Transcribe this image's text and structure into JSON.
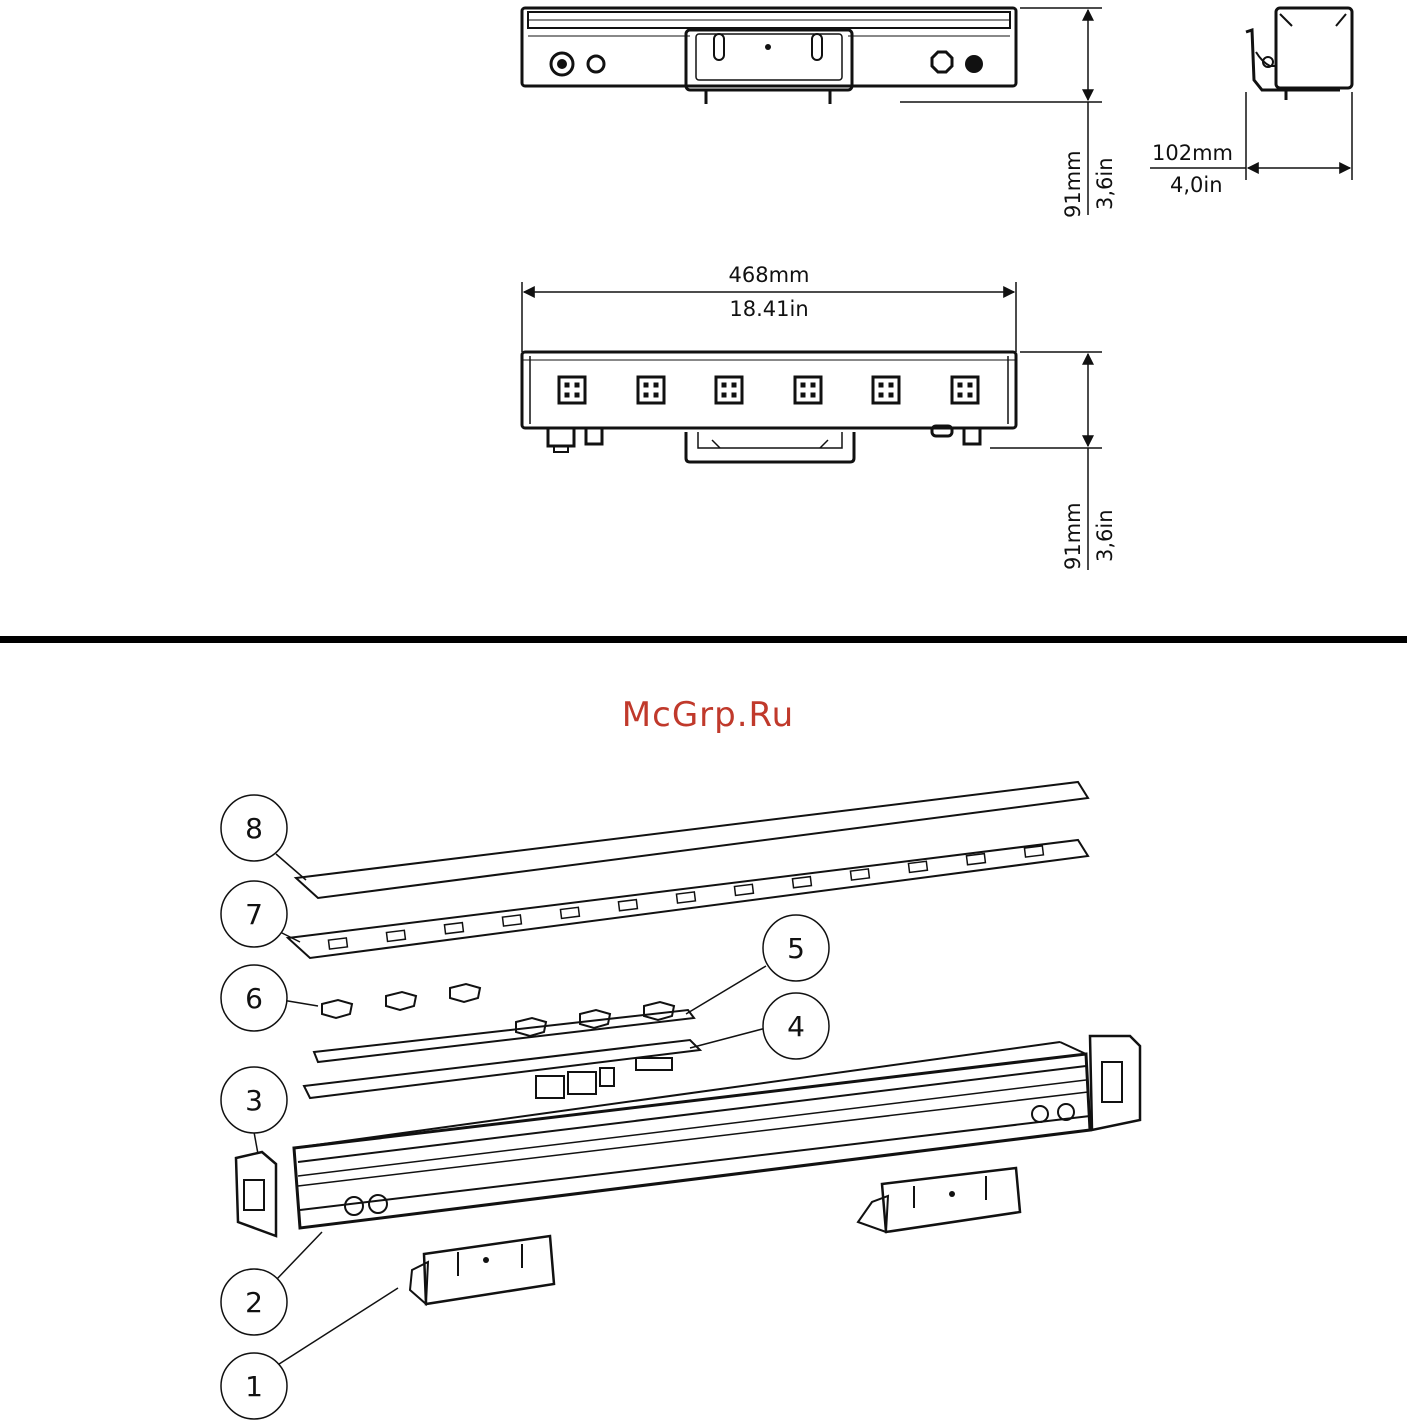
{
  "dimensions": {
    "height_top_mm": "91mm",
    "height_top_in": "3,6in",
    "depth_mm": "102mm",
    "depth_in": "4,0in",
    "length_mm": "468mm",
    "length_in": "18.41in",
    "height_bottom_mm": "91mm",
    "height_bottom_in": "3,6in"
  },
  "watermark": "McGrp.Ru",
  "callouts": [
    "1",
    "2",
    "3",
    "4",
    "5",
    "6",
    "7",
    "8"
  ],
  "colors": {
    "watermark": "#c0392b",
    "ink": "#111111",
    "separator": "#000000"
  }
}
